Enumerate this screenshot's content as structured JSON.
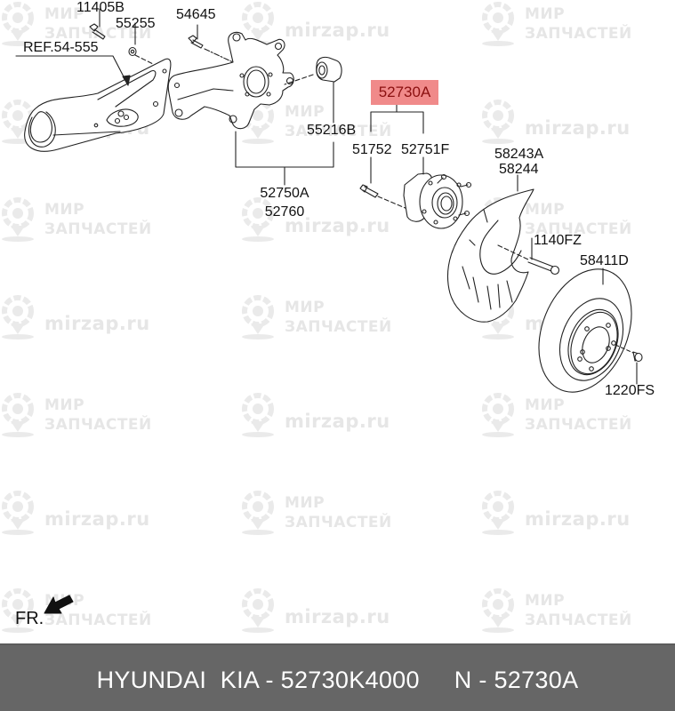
{
  "diagram": {
    "title": "Rear knuckle / hub assembly parts diagram",
    "highlight_color": "#f08a8a",
    "highlight_text_color": "#8b1010",
    "labels": {
      "p11405B": "11405B",
      "p55255": "55255",
      "ref54555": "REF.54-555",
      "p54645": "54645",
      "p55216B": "55216B",
      "p52750A": "52750A",
      "p52760": "52760",
      "p52730A": "52730A",
      "p51752": "51752",
      "p52751F": "52751F",
      "p58243A": "58243A",
      "p58244": "58244",
      "p1140FZ": "1140FZ",
      "p58411D": "58411D",
      "p1220FS": "1220FS"
    },
    "front_indicator": "FR.",
    "parts": [
      {
        "id": "trailing-arm",
        "ref": "REF.54-555"
      },
      {
        "id": "bolt-11405B",
        "ref": "11405B"
      },
      {
        "id": "nut-55255",
        "ref": "55255"
      },
      {
        "id": "bolt-54645",
        "ref": "54645"
      },
      {
        "id": "knuckle",
        "ref": "52750A / 52760"
      },
      {
        "id": "bushing-55216B",
        "ref": "55216B"
      },
      {
        "id": "hub-bolt-51752",
        "ref": "51752"
      },
      {
        "id": "hub-bearing-52751F",
        "ref": "52751F"
      },
      {
        "id": "dust-shield",
        "ref": "58243A / 58244"
      },
      {
        "id": "bolt-1140FZ",
        "ref": "1140FZ"
      },
      {
        "id": "brake-disc",
        "ref": "58411D"
      },
      {
        "id": "screw-1220FS",
        "ref": "1220FS"
      }
    ]
  },
  "watermark": {
    "line1": "МИР",
    "line2": "ЗАПЧАСТЕЙ",
    "site": "mirzap.ru"
  },
  "footer": {
    "text": "HYUNDAI  KIA - 52730K4000     N - 52730A",
    "background": "#666666"
  }
}
